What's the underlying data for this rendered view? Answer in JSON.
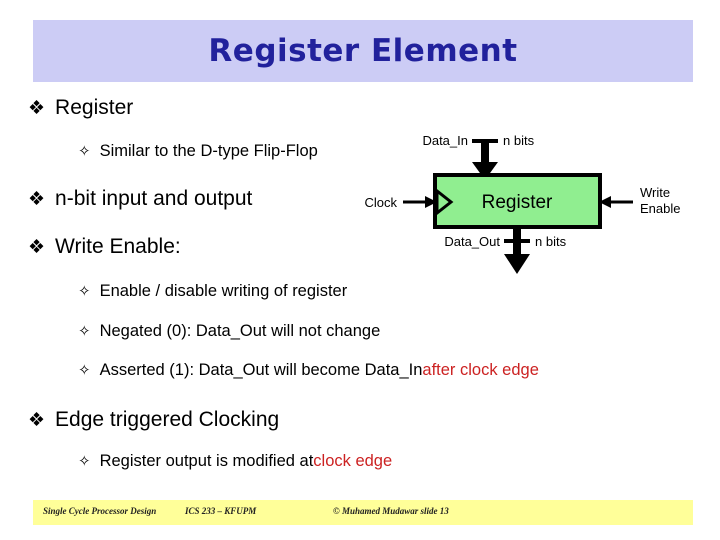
{
  "slide": {
    "title": "Register Element",
    "title_bg_color": "#ccccf5",
    "title_text_color": "#21219c",
    "accent_red": "#cc2222",
    "box_fill_color": "#90ee90"
  },
  "bullets": {
    "marker_level1": "❖",
    "marker_level2": "✧",
    "items": [
      {
        "level": 1,
        "text": "Register"
      },
      {
        "level": 2,
        "text": "Similar to the D-type Flip-Flop"
      },
      {
        "level": 1,
        "text": "n-bit input and output"
      },
      {
        "level": 1,
        "text": "Write Enable:"
      },
      {
        "level": 2,
        "text": "Enable / disable writing of register"
      },
      {
        "level": 2,
        "text": "Negated  (0): Data_Out will not change"
      },
      {
        "level": 2,
        "text": "Asserted (1): Data_Out will become Data_In ",
        "highlight": "after clock edge"
      },
      {
        "level": 1,
        "text": "Edge triggered Clocking"
      },
      {
        "level": 2,
        "text": "Register output is modified at ",
        "highlight": "clock edge"
      }
    ]
  },
  "diagram": {
    "box_label": "Register",
    "input_top_label": "Data_In",
    "input_top_width": "n bits",
    "output_bottom_label": "Data_Out",
    "output_bottom_width": "n bits",
    "clock_label": "Clock",
    "write_enable_line1": "Write",
    "write_enable_line2": "Enable"
  },
  "footer": {
    "left": "Single Cycle Processor Design",
    "middle": "ICS 233 – KFUPM",
    "right": "© Muhamed Mudawar  slide 13",
    "bg_color": "#ffff99"
  }
}
